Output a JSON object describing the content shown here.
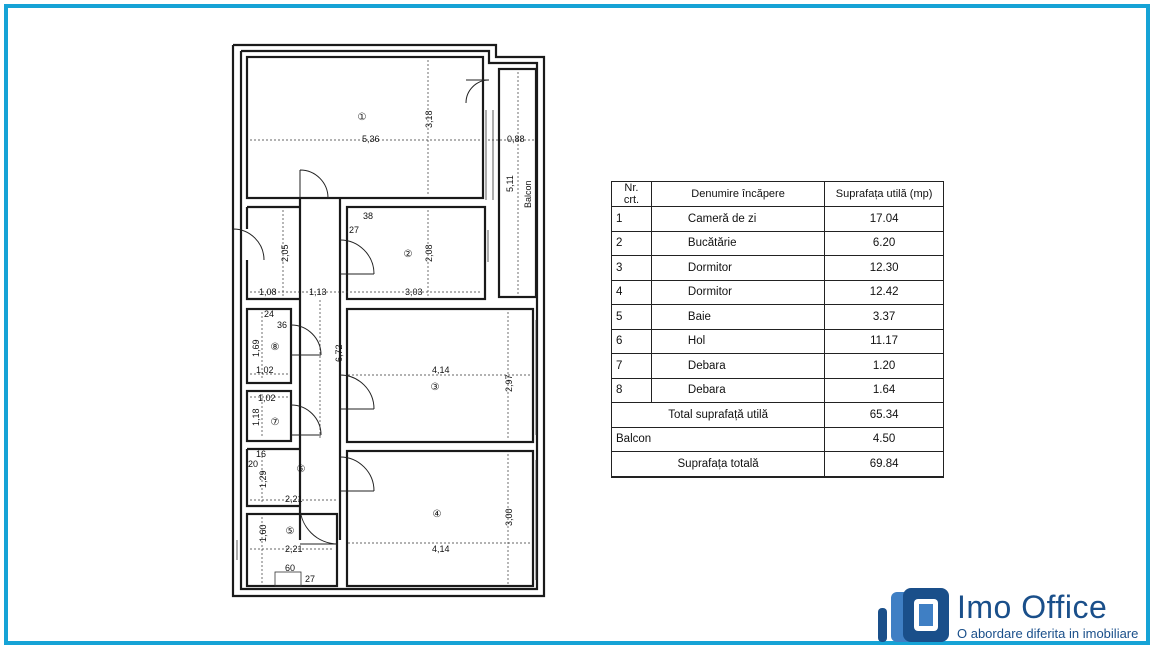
{
  "colors": {
    "frame": "#16a3d6",
    "brand": "#1a4f8a",
    "brand_light": "#3f7fc4"
  },
  "plan": {
    "room_numbers": [
      "①",
      "②",
      "③",
      "④",
      "⑤",
      "⑥",
      "⑦",
      "⑧"
    ],
    "balcony_label": "Balcon",
    "dimensions": {
      "r1_w": "5,36",
      "r1_h": "3,18",
      "balc_w": "0,88",
      "balc_h": "5,11",
      "r2_w": "3,03",
      "r2_h": "2,08",
      "r2_a": "38",
      "r2_b": "27",
      "hall_w1": "1,08",
      "hall_w2": "1,13",
      "hall_h": "2,05",
      "corr_len": "6,72",
      "r3_w": "4,14",
      "r3_h": "2,97",
      "r4_w": "4,14",
      "r4_h": "3,00",
      "r8_w": "1,02",
      "r8_h": "1,69",
      "r8_a": "24",
      "r8_b": "36",
      "r7_w": "1,02",
      "r7_h": "1,18",
      "r6_w": "2,21",
      "r6_h": "1,29",
      "r6_a": "16",
      "r6_b": "20",
      "r5_w": "2,21",
      "r5_h": "1,60",
      "r5_a": "60",
      "r5_b": "27"
    }
  },
  "table": {
    "headers": [
      "Nr. crt.",
      "Denumire încăpere",
      "Suprafața utilă (mp)"
    ],
    "rows": [
      {
        "nr": "1",
        "name": "Cameră de zi",
        "area": "17.04"
      },
      {
        "nr": "2",
        "name": "Bucătărie",
        "area": "6.20"
      },
      {
        "nr": "3",
        "name": "Dormitor",
        "area": "12.30"
      },
      {
        "nr": "4",
        "name": "Dormitor",
        "area": "12.42"
      },
      {
        "nr": "5",
        "name": "Baie",
        "area": "3.37"
      },
      {
        "nr": "6",
        "name": "Hol",
        "area": "11.17"
      },
      {
        "nr": "7",
        "name": "Debara",
        "area": "1.20"
      },
      {
        "nr": "8",
        "name": "Debara",
        "area": "1.64"
      }
    ],
    "total_label": "Total suprafață utilă",
    "total_value": "65.34",
    "balcony_label": "Balcon",
    "balcony_value": "4.50",
    "grand_label": "Suprafața totală",
    "grand_value": "69.84"
  },
  "logo": {
    "title": "Imo Office",
    "subtitle": "O abordare diferita in imobiliare"
  }
}
